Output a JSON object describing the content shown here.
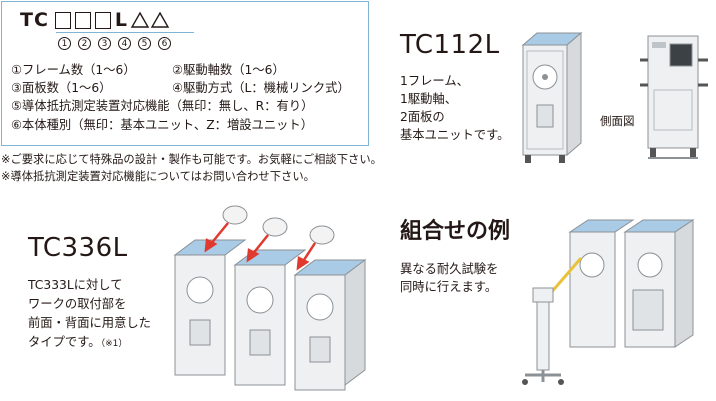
{
  "spec": {
    "code_prefix": "TC",
    "code_letter": "L",
    "circle_numbers": [
      "1",
      "2",
      "3",
      "4",
      "5",
      "6"
    ],
    "items": [
      "①フレーム数（1～6）",
      "②駆動軸数（1～6）",
      "③面板数（1～6）",
      "④駆動方式（L：機械リンク式）",
      "⑤導体抵抗測定装置対応機能（無印：無し、R：有り）",
      "⑥本体種別（無印：基本ユニット、Z：増設ユニット）"
    ]
  },
  "notes": [
    "※ご要求に応じて特殊品の設計・製作も可能です。お気軽にご相談下さい。",
    "※導体抵抗測定装置対応機能についてはお問い合わせ下さい。"
  ],
  "tc112l": {
    "title": "TC112L",
    "desc": [
      "1フレーム、",
      "1駆動軸、",
      "2面板の",
      "基本ユニットです。"
    ],
    "side_label": "側面図"
  },
  "tc336l": {
    "title": "TC336L",
    "desc": [
      "TC333Lに対して",
      "ワークの取付部を",
      "前面・背面に用意した",
      "タイプです。"
    ],
    "desc_note": "（※1）"
  },
  "combo": {
    "title": "組合せの例",
    "desc": [
      "異なる耐久試験を",
      "同時に行えます。"
    ]
  },
  "colors": {
    "border": "#7fb4d2",
    "text": "#231815",
    "arrow": "#e03a2f",
    "cabinet_top": "#a9cbe6",
    "cabinet_body": "#eef0f2",
    "cabinet_edge": "#8c9196"
  }
}
